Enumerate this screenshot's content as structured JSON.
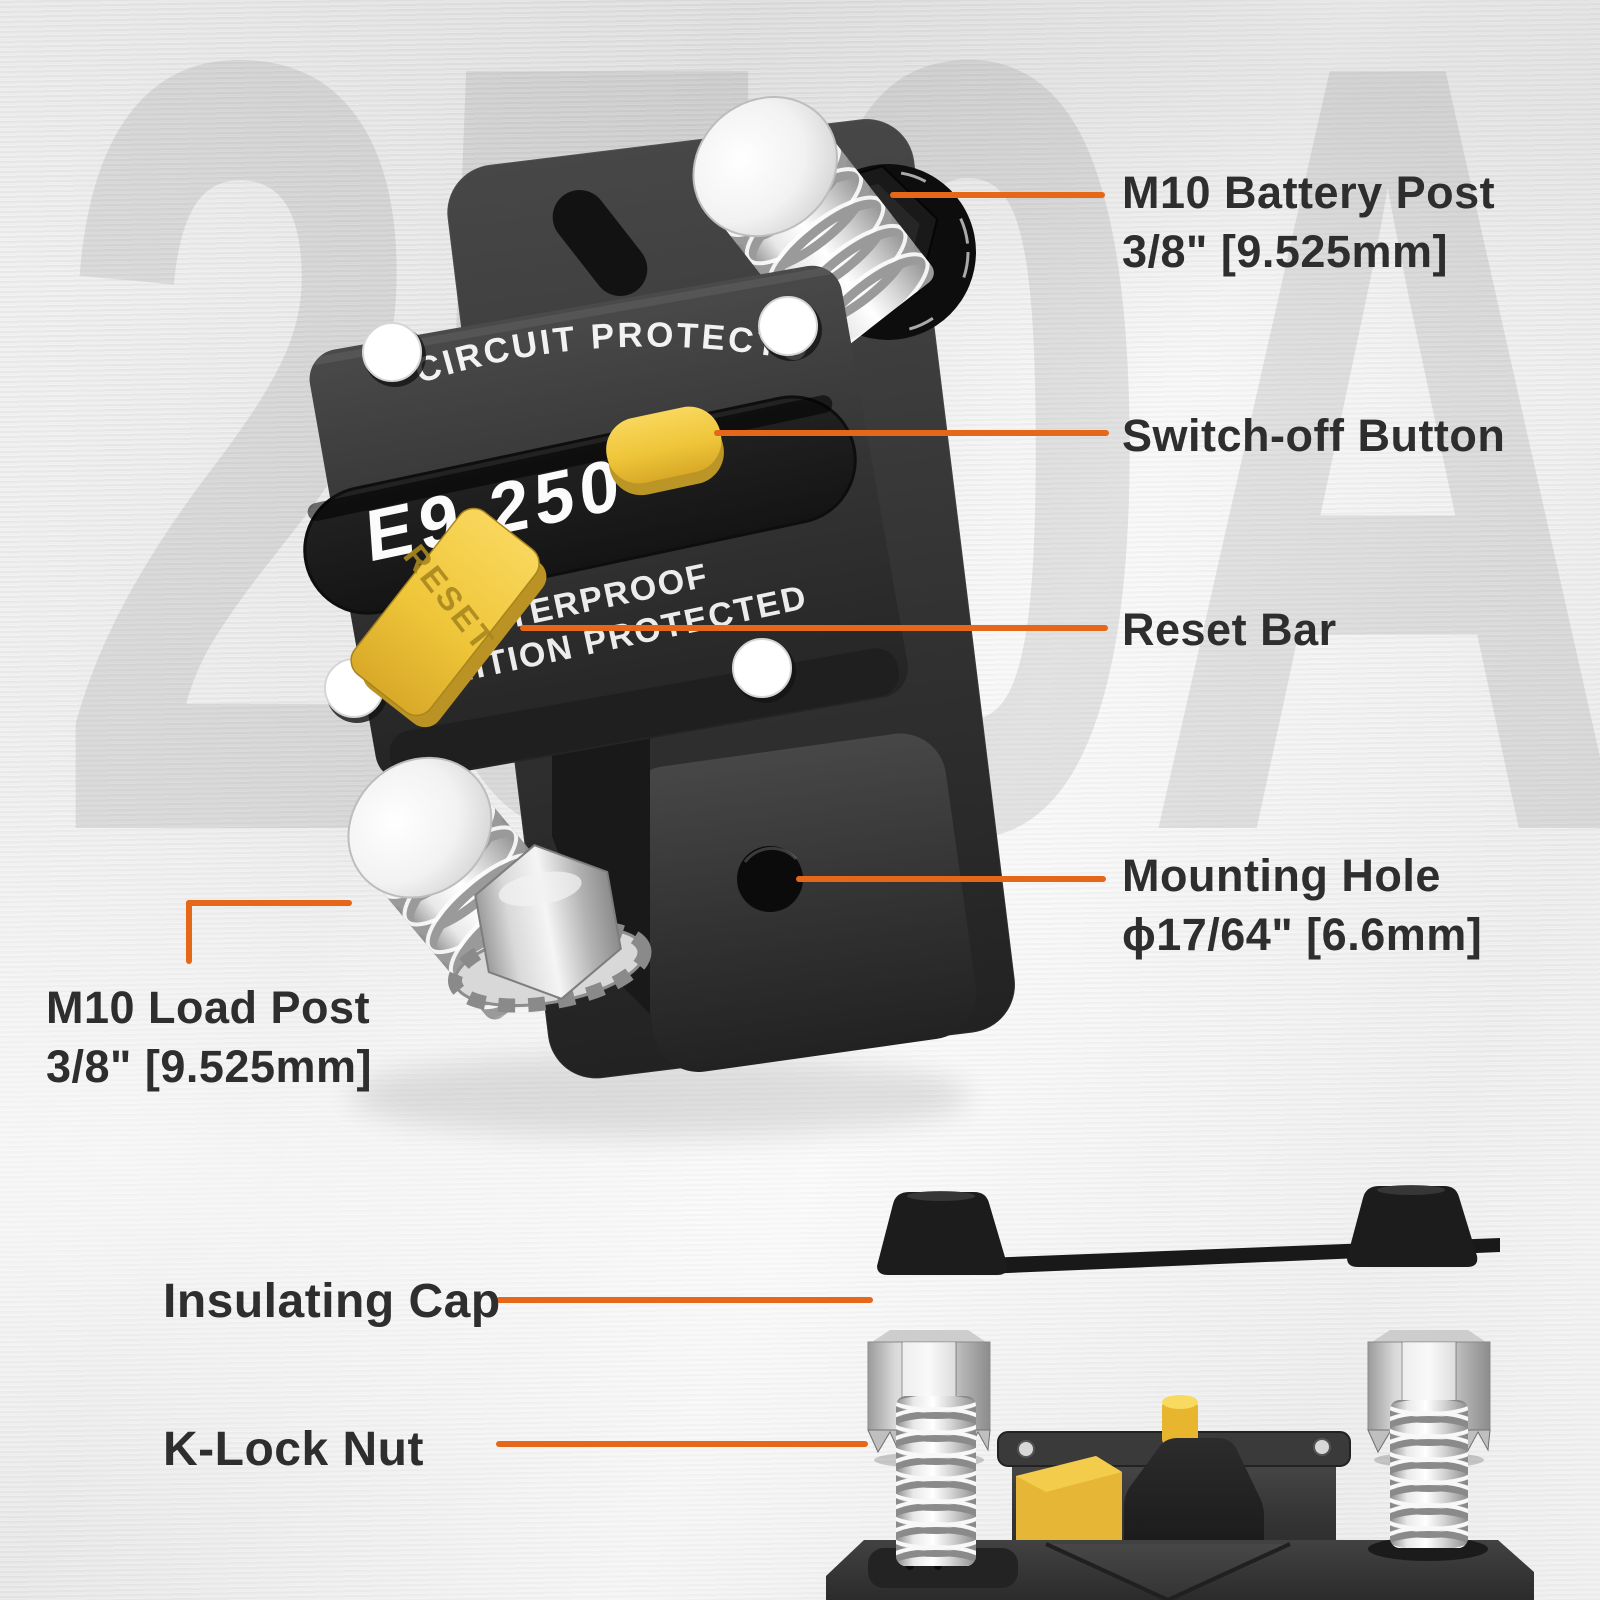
{
  "watermark": {
    "text": "250A"
  },
  "product": {
    "brand_line": "CIRCUIT PROTECTOR",
    "model_line": "E9 250",
    "reset_text": "RESET",
    "waterproof_line": "WATERPROOF",
    "ignition_line": "IGNITION PROTECTED"
  },
  "labels": {
    "battery_post": {
      "line1": "M10 Battery Post",
      "line2": "3/8\" [9.525mm]"
    },
    "switch_off": {
      "line1": "Switch-off Button"
    },
    "reset_bar": {
      "line1": "Reset Bar"
    },
    "mounting_hole": {
      "line1": "Mounting Hole",
      "line2": "ϕ17/64\" [6.6mm]"
    },
    "load_post": {
      "line1": "M10 Load Post",
      "line2": "3/8\" [9.525mm]"
    },
    "insulating_cap": {
      "line1": "Insulating Cap"
    },
    "k_lock_nut": {
      "line1": "K-Lock Nut"
    }
  },
  "colors": {
    "accent": "#E5671A",
    "label_text": "#2E2E2E",
    "watermark_gray": "#D8D8D8",
    "reset_yellow": "#EFC63A",
    "button_yellow": "#F2C83A",
    "body_black": "#2B2B2B"
  }
}
